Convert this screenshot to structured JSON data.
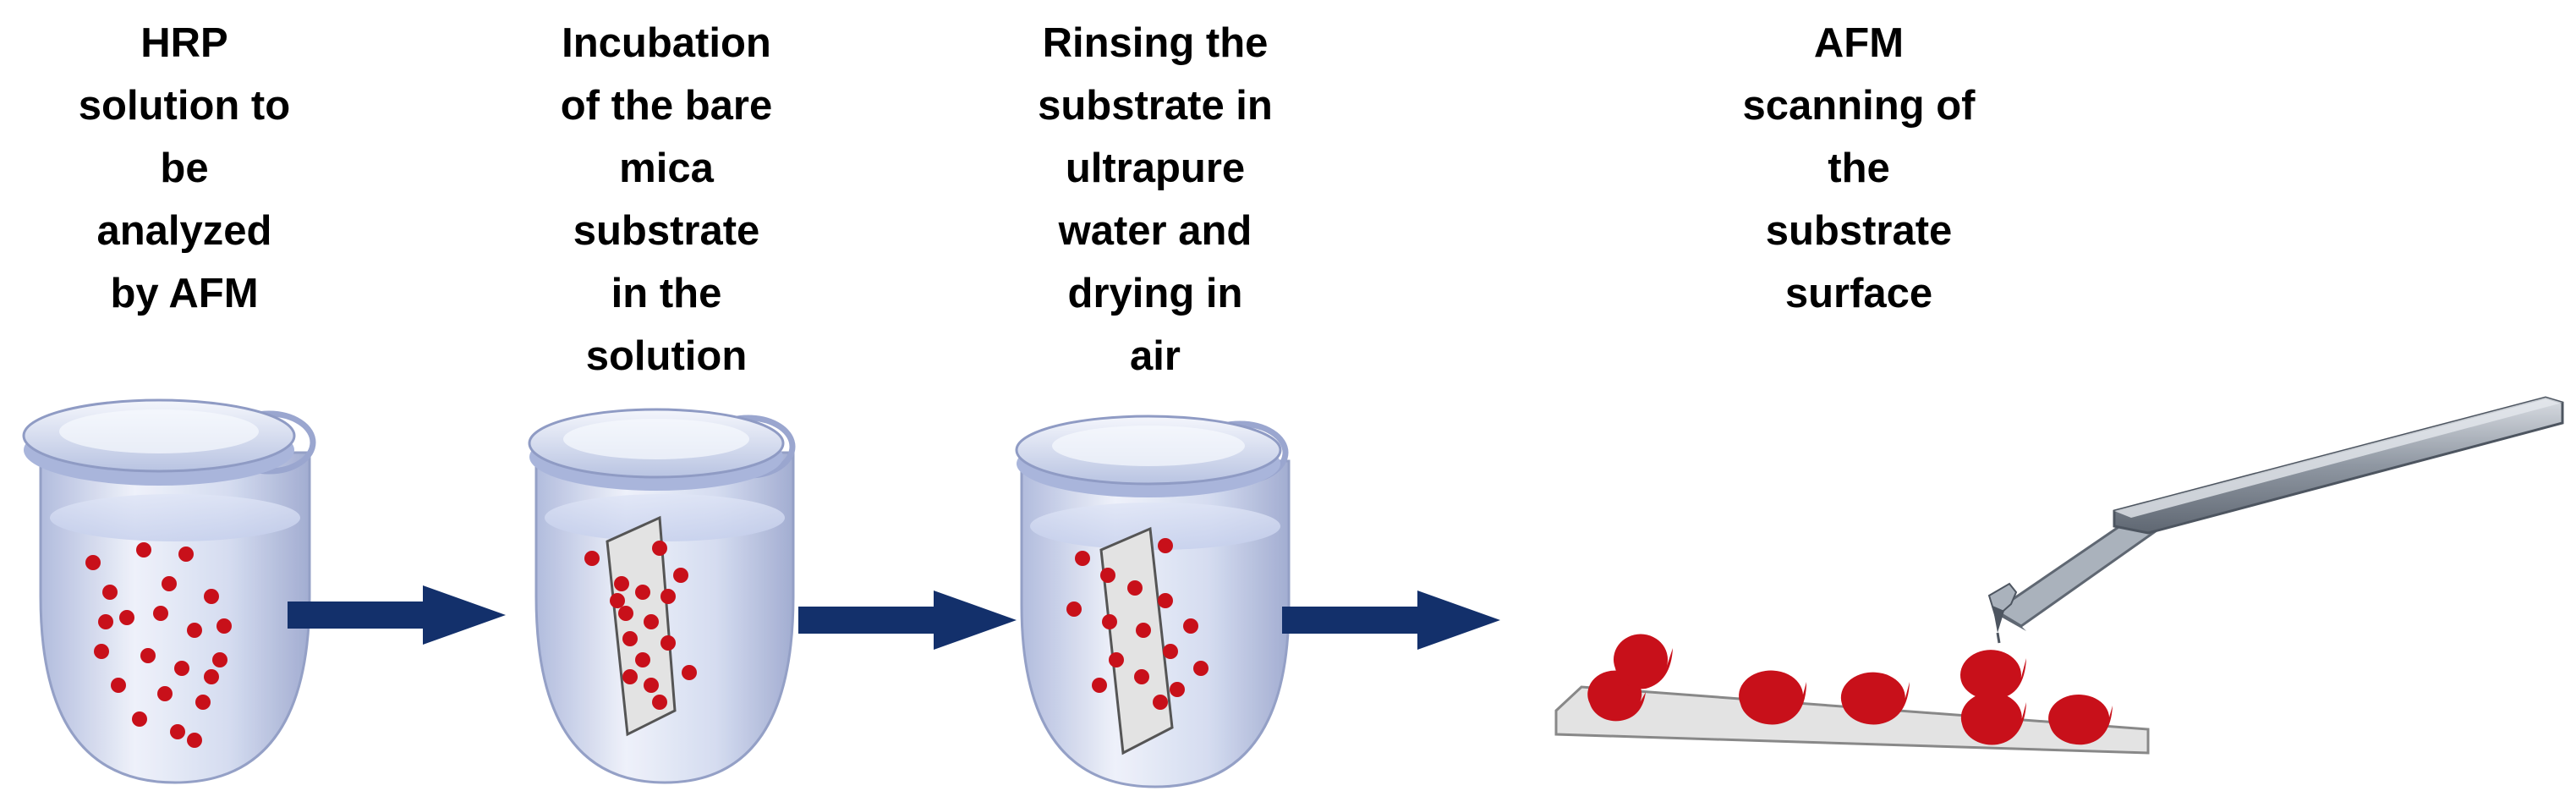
{
  "steps": [
    {
      "label": "HRP\nsolution to\nbe\nanalyzed\nby AFM"
    },
    {
      "label": "Incubation\nof the bare\nmica\nsubstrate\nin the\nsolution"
    },
    {
      "label": "Rinsing the\nsubstrate in\nultrapure\nwater and\ndrying in\nair"
    },
    {
      "label": "AFM\nscanning of\nthe\nsubstrate\nsurface"
    }
  ],
  "colors": {
    "arrow": "#13306b",
    "protein": "#c8101a",
    "tube_body": "#c9d3ee",
    "tube_cap": "#d8e0f3",
    "substrate": "#e3e3e3",
    "cantilever": "#8a929c"
  }
}
